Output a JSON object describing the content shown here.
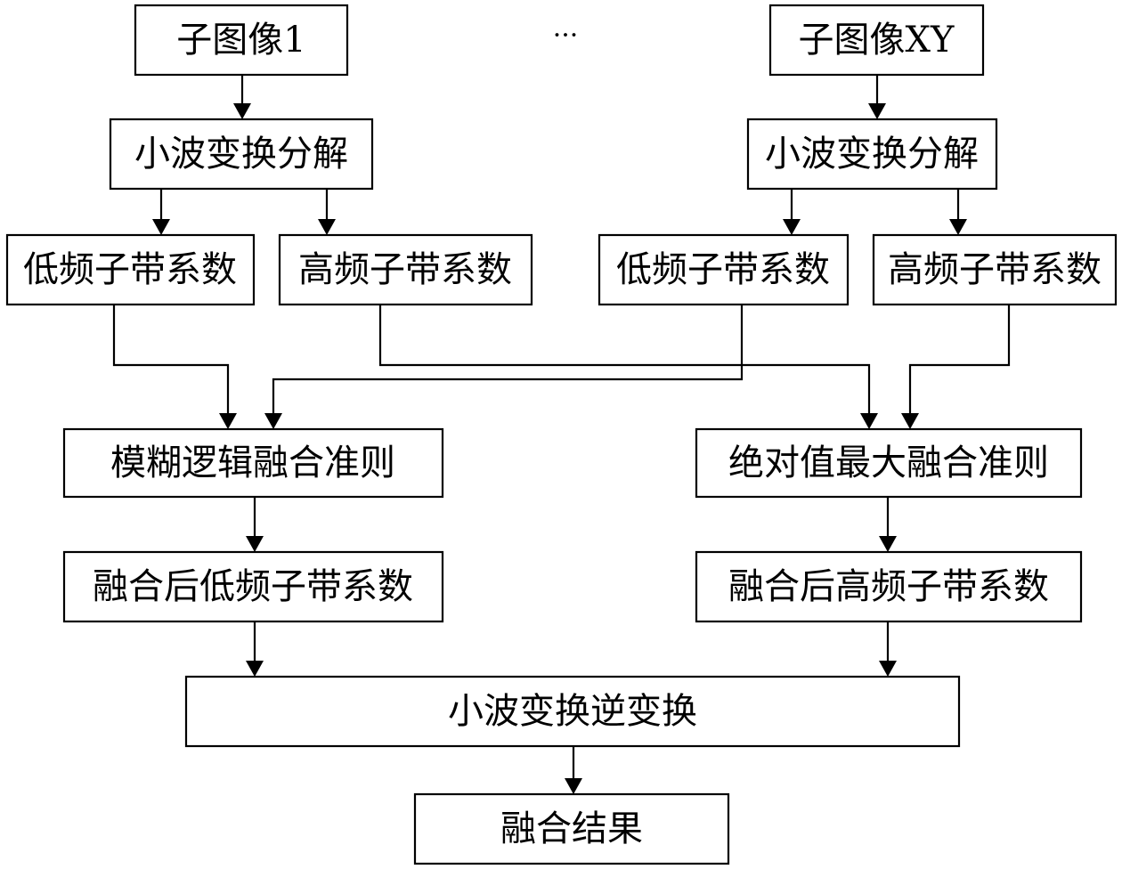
{
  "diagram": {
    "ellipsis": "···",
    "nodes": {
      "sub_image_1": "子图像1",
      "sub_image_xy": "子图像XY",
      "wavelet_decomp_left": "小波变换分解",
      "wavelet_decomp_right": "小波变换分解",
      "low_coef_left": "低频子带系数",
      "high_coef_left": "高频子带系数",
      "low_coef_right": "低频子带系数",
      "high_coef_right": "高频子带系数",
      "fuzzy_rule": "模糊逻辑融合准则",
      "absmax_rule": "绝对值最大融合准则",
      "fused_low": "融合后低频子带系数",
      "fused_high": "融合后高频子带系数",
      "inverse_wavelet": "小波变换逆变换",
      "fusion_result": "融合结果"
    }
  }
}
